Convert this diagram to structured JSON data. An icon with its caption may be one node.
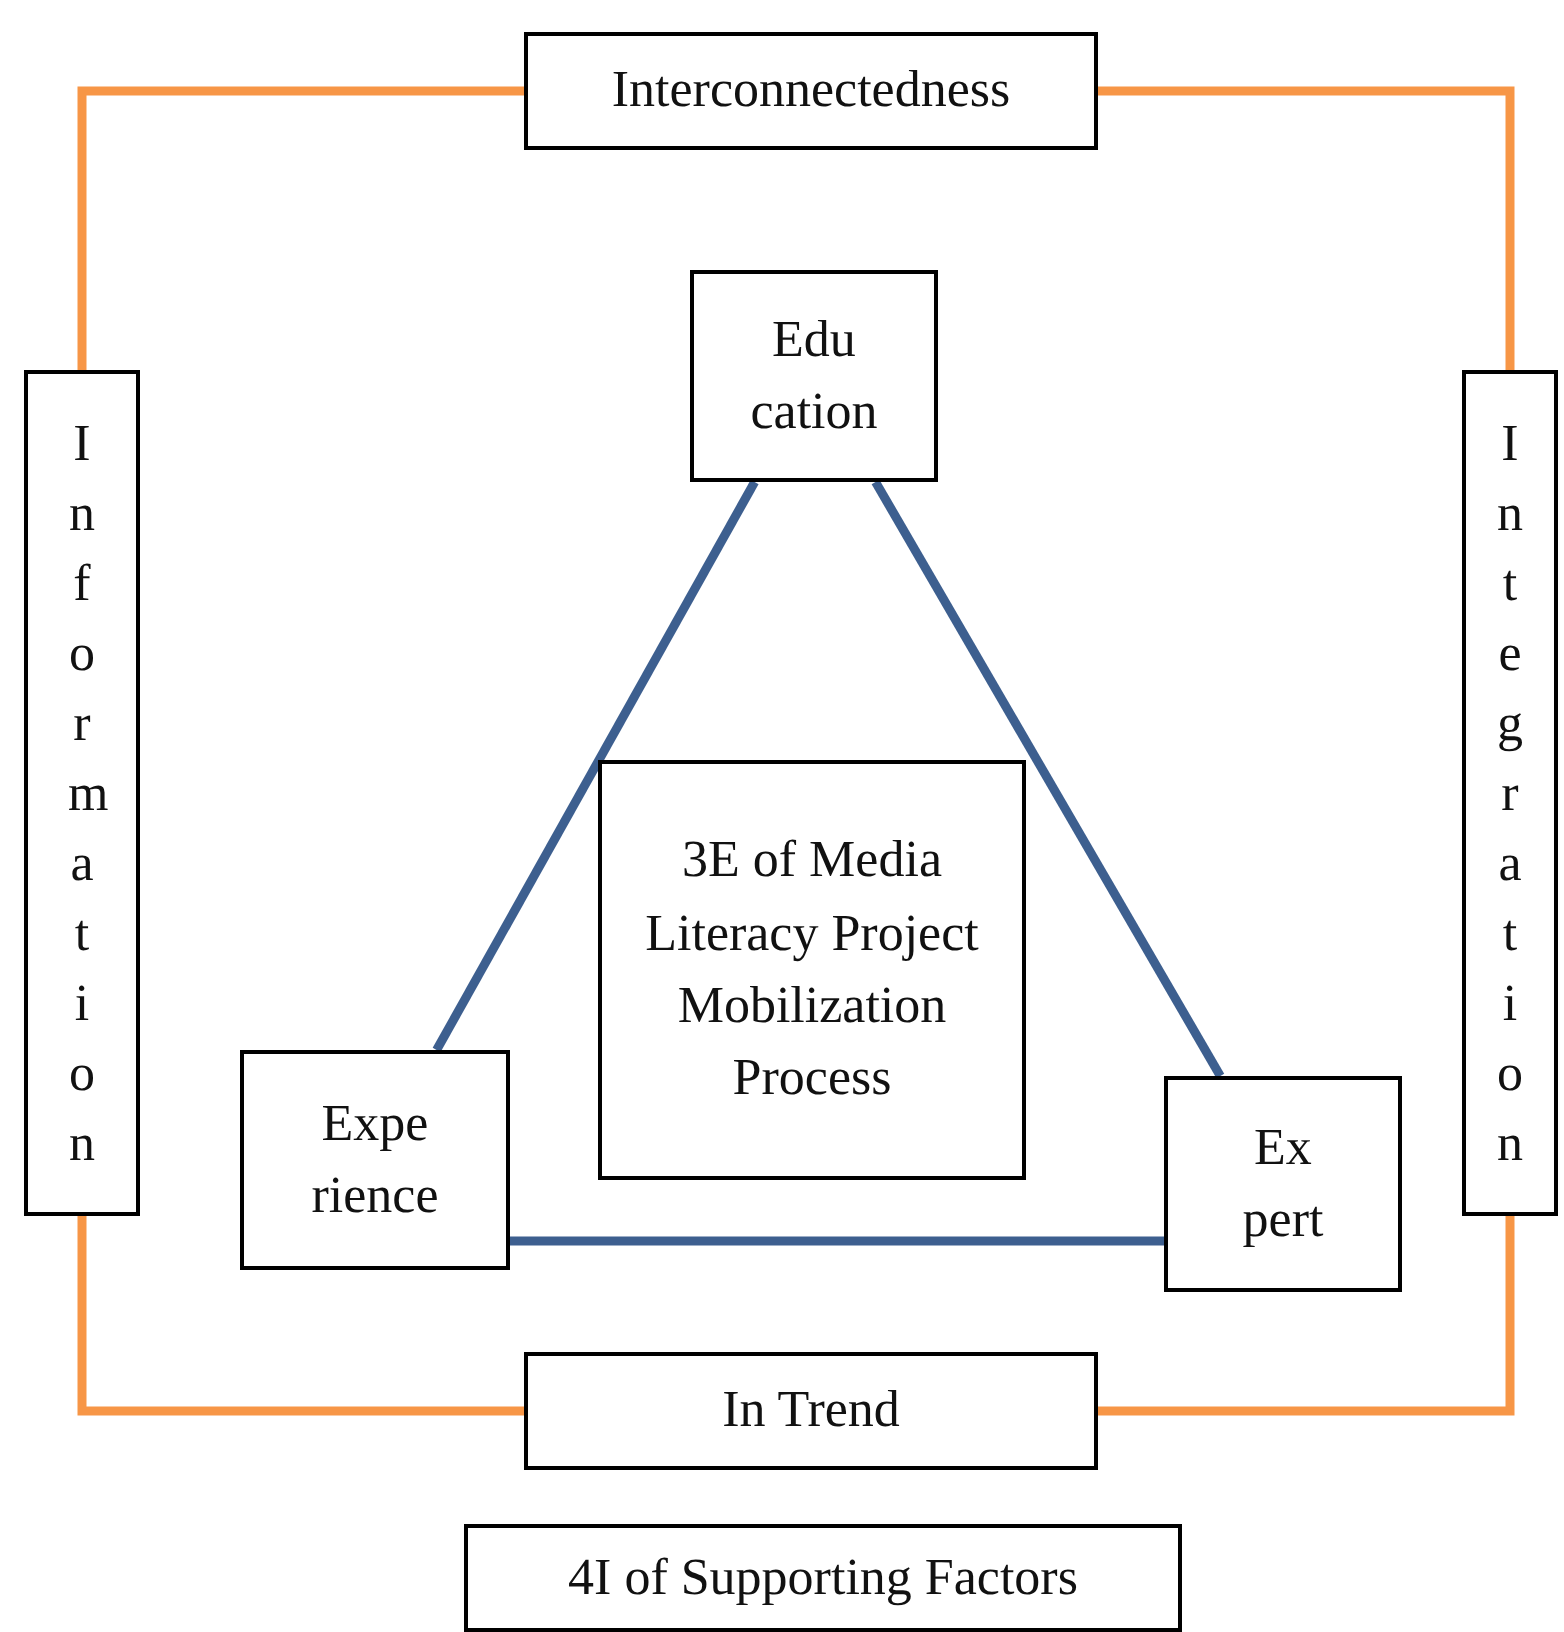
{
  "diagram": {
    "nodes": [
      {
        "text": [
          "Interconnectedness"
        ]
      },
      {
        "text": [
          "Information"
        ]
      },
      {
        "text": [
          "Integration"
        ]
      },
      {
        "text": [
          "In Trend"
        ]
      },
      {
        "text": [
          "Edu cation"
        ]
      },
      {
        "text": [
          "3E of Media Literacy Project Mobilization Process"
        ]
      },
      {
        "text": [
          "Expe rience"
        ]
      },
      {
        "text": [
          "Ex pert"
        ]
      },
      {
        "text": [
          "4I of Supporting Factors"
        ]
      }
    ],
    "edges": [
      {
        "from": 0,
        "to": 1,
        "arrow": "none"
      },
      {
        "from": 0,
        "to": 2,
        "arrow": "none"
      },
      {
        "from": 1,
        "to": 3,
        "arrow": "none"
      },
      {
        "from": 2,
        "to": 3,
        "arrow": "none"
      },
      {
        "from": 4,
        "to": 6,
        "arrow": "none",
        "color": "#3d5f8f"
      },
      {
        "from": 4,
        "to": 7,
        "arrow": "none",
        "color": "#3d5f8f"
      },
      {
        "from": 6,
        "to": 7,
        "arrow": "none",
        "color": "#3d5f8f"
      }
    ]
  }
}
